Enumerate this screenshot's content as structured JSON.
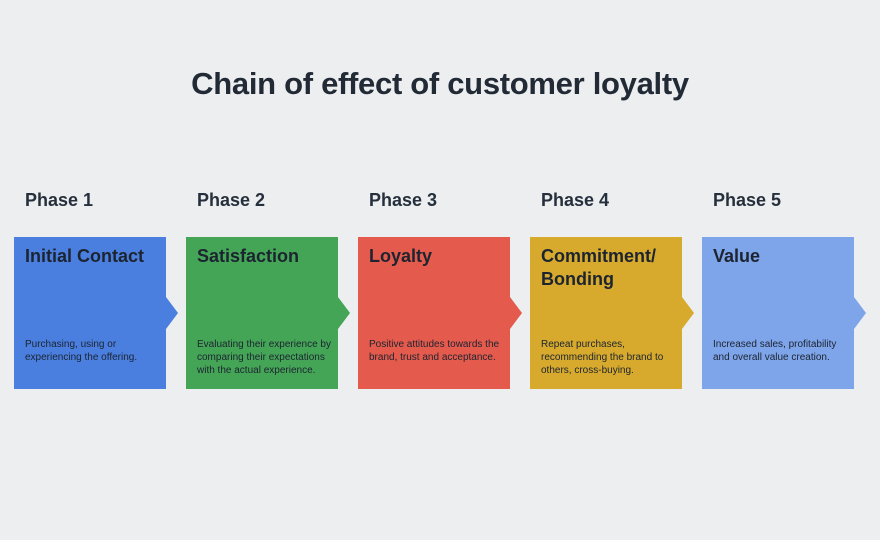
{
  "title": "Chain of effect of customer loyalty",
  "phases": [
    {
      "label": "Phase 1",
      "title": "Initial Contact",
      "description": "Purchasing, using or experiencing the offering.",
      "color": "#4a7fe0"
    },
    {
      "label": "Phase 2",
      "title": "Satisfaction",
      "description": "Evaluating their experience by comparing their expectations with the actual experience.",
      "color": "#45a557"
    },
    {
      "label": "Phase 3",
      "title": "Loyalty",
      "description": "Positive attitudes towards the brand, trust and acceptance.",
      "color": "#e45a4c"
    },
    {
      "label": "Phase 4",
      "title": "Commitment/ Bonding",
      "description": "Repeat purchases, recommending the brand to others, cross-buying.",
      "color": "#d7aa2e"
    },
    {
      "label": "Phase 5",
      "title": "Value",
      "description": "Increased sales, profitability and overall value creation.",
      "color": "#7ea4ea"
    }
  ]
}
